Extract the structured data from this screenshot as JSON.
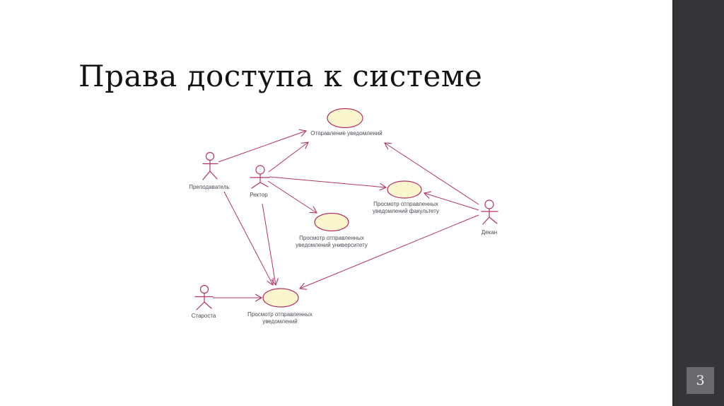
{
  "slide": {
    "title": "Права доступа к системе",
    "page_number": "3"
  },
  "colors": {
    "accent": "#b23366",
    "usecase_fill": "#fcf6ce",
    "label_text": "#4a4a55",
    "title_text": "#141414",
    "sidebar_bg": "#353539",
    "sidebar_edge": "#2b2b2e",
    "page_box_bg": "#6a6a6e",
    "page_number_text": "#ededee",
    "background": "#ffffff"
  },
  "diagram": {
    "type": "uml-use-case",
    "actors": [
      {
        "name": "Преподаватель"
      },
      {
        "name": "Ректор"
      },
      {
        "name": "Декан"
      },
      {
        "name": "Староста"
      }
    ],
    "use_cases": [
      {
        "label": "Отправление уведомлений"
      },
      {
        "label": "Просмотр отправленных\nуведомлений факультету"
      },
      {
        "label": "Просмотр отправленных\nуведомлений университету"
      },
      {
        "label": "Просмотр отправленных\nуведомлений"
      }
    ],
    "connections": [
      {
        "from": "Преподаватель",
        "to": "Отправление уведомлений"
      },
      {
        "from": "Преподаватель",
        "to": "Просмотр отправленных уведомлений"
      },
      {
        "from": "Ректор",
        "to": "Отправление уведомлений"
      },
      {
        "from": "Ректор",
        "to": "Просмотр отправленных уведомлений факультету"
      },
      {
        "from": "Ректор",
        "to": "Просмотр отправленных уведомлений университету"
      },
      {
        "from": "Ректор",
        "to": "Просмотр отправленных уведомлений"
      },
      {
        "from": "Староста",
        "to": "Просмотр отправленных уведомлений"
      },
      {
        "from": "Декан",
        "to": "Отправление уведомлений"
      },
      {
        "from": "Декан",
        "to": "Просмотр отправленных уведомлений факультету"
      },
      {
        "from": "Декан",
        "to": "Просмотр отправленных уведомлений"
      }
    ]
  }
}
